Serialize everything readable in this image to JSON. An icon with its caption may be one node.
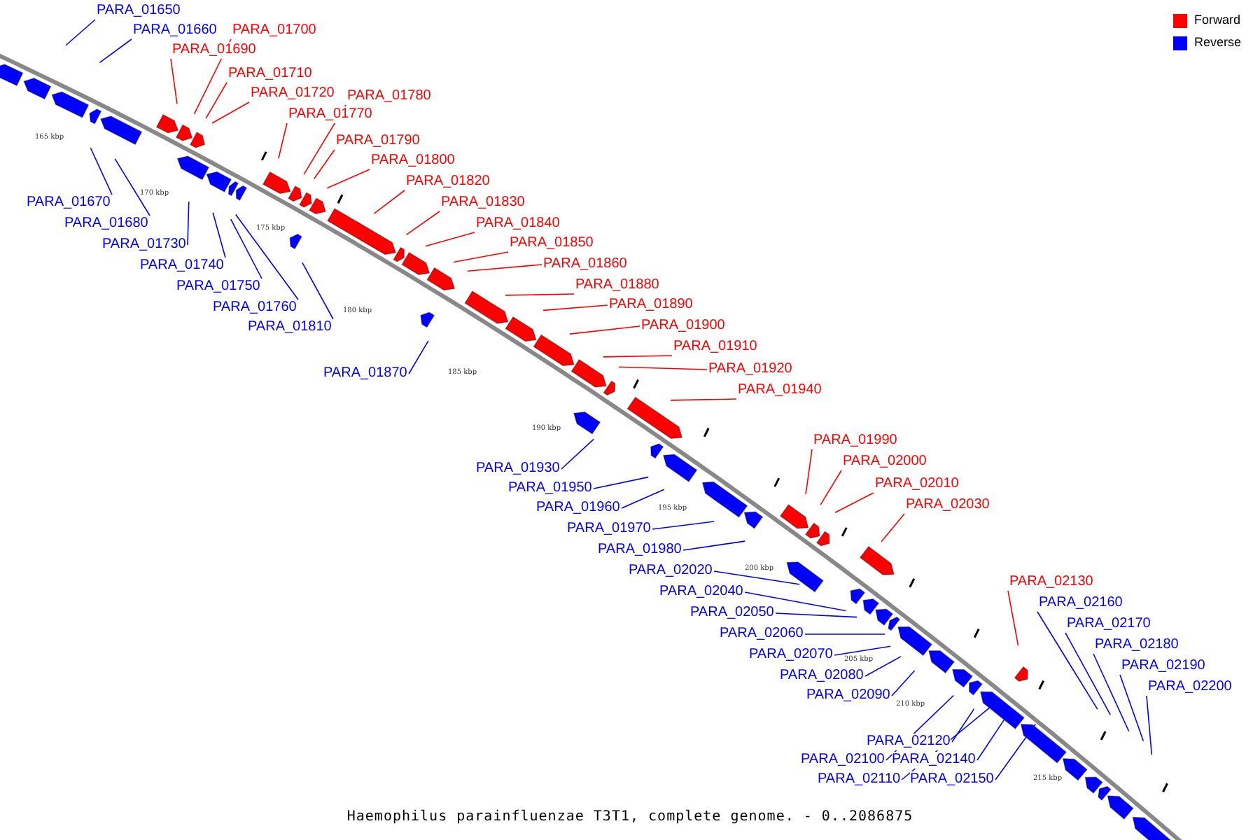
{
  "diagram": {
    "caption": "Haemophilus parainfluenzae T3T1, complete genome. - 0..2086875",
    "nodes": [
      {
        "text": [
          "PARA_01650"
        ]
      },
      {
        "text": [
          "PARA_01660"
        ]
      },
      {
        "text": [
          "PARA_01700"
        ]
      },
      {
        "text": [
          "PARA_01690"
        ]
      },
      {
        "text": [
          "PARA_01710"
        ]
      },
      {
        "text": [
          "PARA_01720"
        ]
      },
      {
        "text": [
          "PARA_01780"
        ]
      },
      {
        "text": [
          "PARA_01770"
        ]
      },
      {
        "text": [
          "PARA_01790"
        ]
      },
      {
        "text": [
          "PARA_01800"
        ]
      },
      {
        "text": [
          "PARA_01820"
        ]
      },
      {
        "text": [
          "PARA_01830"
        ]
      },
      {
        "text": [
          "PARA_01840"
        ]
      },
      {
        "text": [
          "PARA_01850"
        ]
      },
      {
        "text": [
          "PARA_01860"
        ]
      },
      {
        "text": [
          "PARA_01880"
        ]
      },
      {
        "text": [
          "PARA_01890"
        ]
      },
      {
        "text": [
          "PARA_01900"
        ]
      },
      {
        "text": [
          "PARA_01910"
        ]
      },
      {
        "text": [
          "PARA_01920"
        ]
      },
      {
        "text": [
          "PARA_01940"
        ]
      },
      {
        "text": [
          "PARA_01670"
        ]
      },
      {
        "text": [
          "PARA_01680"
        ]
      },
      {
        "text": [
          "PARA_01730"
        ]
      },
      {
        "text": [
          "PARA_01740"
        ]
      },
      {
        "text": [
          "PARA_01750"
        ]
      },
      {
        "text": [
          "PARA_01760"
        ]
      },
      {
        "text": [
          "PARA_01810"
        ]
      },
      {
        "text": [
          "PARA_01870"
        ]
      },
      {
        "text": [
          "PARA_01930"
        ]
      },
      {
        "text": [
          "PARA_01950"
        ]
      },
      {
        "text": [
          "PARA_01960"
        ]
      },
      {
        "text": [
          "PARA_01970"
        ]
      },
      {
        "text": [
          "PARA_01980"
        ]
      },
      {
        "text": [
          "PARA_02020"
        ]
      },
      {
        "text": [
          "PARA_02040"
        ]
      },
      {
        "text": [
          "PARA_02050"
        ]
      },
      {
        "text": [
          "PARA_02060"
        ]
      },
      {
        "text": [
          "PARA_02070"
        ]
      },
      {
        "text": [
          "PARA_02080"
        ]
      },
      {
        "text": [
          "PARA_02090"
        ]
      },
      {
        "text": [
          "PARA_02120"
        ]
      },
      {
        "text": [
          "PARA_02100"
        ]
      },
      {
        "text": [
          "PARA_02140"
        ]
      },
      {
        "text": [
          "PARA_02110"
        ]
      },
      {
        "text": [
          "PARA_02150"
        ]
      },
      {
        "text": [
          "PARA_01990"
        ]
      },
      {
        "text": [
          "PARA_02000"
        ]
      },
      {
        "text": [
          "PARA_02010"
        ]
      },
      {
        "text": [
          "PARA_02030"
        ]
      },
      {
        "text": [
          "PARA_02130"
        ]
      },
      {
        "text": [
          "PARA_02160"
        ]
      },
      {
        "text": [
          "PARA_02170"
        ]
      },
      {
        "text": [
          "PARA_02180"
        ]
      },
      {
        "text": [
          "PARA_02190"
        ]
      },
      {
        "text": [
          "PARA_02200"
        ]
      }
    ],
    "edges": [
      {
        "from": 0,
        "to": null,
        "arrow": "none"
      },
      {
        "from": 1,
        "to": null,
        "arrow": "none"
      },
      {
        "from": 2,
        "to": null,
        "arrow": "none",
        "color": "#ff0000"
      },
      {
        "from": 3,
        "to": null,
        "arrow": "none",
        "color": "#ff0000"
      },
      {
        "from": 4,
        "to": null,
        "arrow": "none",
        "color": "#ff0000"
      },
      {
        "from": 5,
        "to": null,
        "arrow": "none",
        "color": "#ff0000"
      },
      {
        "from": 6,
        "to": null,
        "arrow": "none",
        "color": "#ff0000"
      },
      {
        "from": 7,
        "to": null,
        "arrow": "none",
        "color": "#ff0000"
      },
      {
        "from": 8,
        "to": null,
        "arrow": "none",
        "color": "#ff0000"
      },
      {
        "from": 9,
        "to": null,
        "arrow": "none",
        "color": "#ff0000"
      },
      {
        "from": 10,
        "to": null,
        "arrow": "none",
        "color": "#ff0000"
      },
      {
        "from": 11,
        "to": null,
        "arrow": "none",
        "color": "#ff0000"
      },
      {
        "from": 12,
        "to": null,
        "arrow": "none",
        "color": "#ff0000"
      },
      {
        "from": 13,
        "to": null,
        "arrow": "none",
        "color": "#ff0000"
      },
      {
        "from": 14,
        "to": null,
        "arrow": "none",
        "color": "#ff0000"
      },
      {
        "from": 15,
        "to": null,
        "arrow": "none",
        "color": "#ff0000"
      },
      {
        "from": 16,
        "to": null,
        "arrow": "none",
        "color": "#ff0000"
      },
      {
        "from": 17,
        "to": null,
        "arrow": "none",
        "color": "#ff0000"
      },
      {
        "from": 18,
        "to": null,
        "arrow": "none",
        "color": "#ff0000"
      },
      {
        "from": 19,
        "to": null,
        "arrow": "none",
        "color": "#ff0000"
      },
      {
        "from": 20,
        "to": null,
        "arrow": "none",
        "color": "#ff0000"
      },
      {
        "from": 21,
        "to": null,
        "arrow": "none"
      },
      {
        "from": 22,
        "to": null,
        "arrow": "none"
      },
      {
        "from": 23,
        "to": null,
        "arrow": "none"
      },
      {
        "from": 24,
        "to": null,
        "arrow": "none"
      },
      {
        "from": 25,
        "to": null,
        "arrow": "none"
      },
      {
        "from": 26,
        "to": null,
        "arrow": "none"
      },
      {
        "from": 27,
        "to": null,
        "arrow": "none"
      },
      {
        "from": 28,
        "to": null,
        "arrow": "none"
      },
      {
        "from": 29,
        "to": null,
        "arrow": "none"
      },
      {
        "from": 30,
        "to": null,
        "arrow": "none"
      },
      {
        "from": 31,
        "to": null,
        "arrow": "none"
      },
      {
        "from": 32,
        "to": null,
        "arrow": "none"
      },
      {
        "from": 33,
        "to": null,
        "arrow": "none"
      },
      {
        "from": 34,
        "to": null,
        "arrow": "none"
      },
      {
        "from": 35,
        "to": null,
        "arrow": "none"
      },
      {
        "from": 36,
        "to": null,
        "arrow": "none"
      },
      {
        "from": 37,
        "to": null,
        "arrow": "none"
      },
      {
        "from": 38,
        "to": null,
        "arrow": "none"
      },
      {
        "from": 39,
        "to": null,
        "arrow": "none"
      },
      {
        "from": 40,
        "to": null,
        "arrow": "none"
      },
      {
        "from": 41,
        "to": null,
        "arrow": "none"
      },
      {
        "from": 42,
        "to": null,
        "arrow": "none"
      },
      {
        "from": 43,
        "to": null,
        "arrow": "none"
      },
      {
        "from": 44,
        "to": null,
        "arrow": "none"
      },
      {
        "from": 45,
        "to": null,
        "arrow": "none"
      },
      {
        "from": 46,
        "to": null,
        "arrow": "none",
        "color": "#ff0000"
      },
      {
        "from": 47,
        "to": null,
        "arrow": "none",
        "color": "#ff0000"
      },
      {
        "from": 48,
        "to": null,
        "arrow": "none",
        "color": "#ff0000"
      },
      {
        "from": 49,
        "to": null,
        "arrow": "none",
        "color": "#ff0000"
      },
      {
        "from": 50,
        "to": null,
        "arrow": "none",
        "color": "#ff0000"
      },
      {
        "from": 51,
        "to": null,
        "arrow": "none"
      },
      {
        "from": 52,
        "to": null,
        "arrow": "none"
      },
      {
        "from": 53,
        "to": null,
        "arrow": "none"
      },
      {
        "from": 54,
        "to": null,
        "arrow": "none"
      },
      {
        "from": 55,
        "to": null,
        "arrow": "none"
      }
    ],
    "labels": [
      "165 kbp",
      "170 kbp",
      "175 kbp",
      "180 kbp",
      "185 kbp",
      "190 kbp",
      "195 kbp",
      "200 kbp",
      "205 kbp",
      "210 kbp",
      "215 kbp"
    ],
    "legend": [
      {
        "text": "Forward",
        "color": "#ff0000"
      },
      {
        "text": "Reverse",
        "color": "#0000ff"
      }
    ]
  }
}
